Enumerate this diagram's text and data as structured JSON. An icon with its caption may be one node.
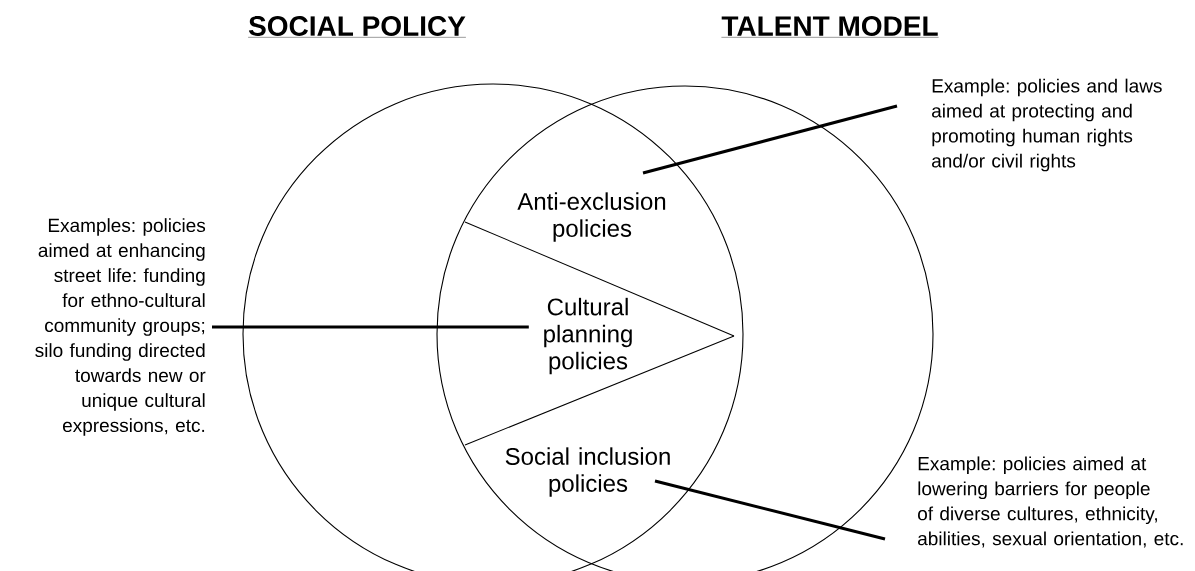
{
  "diagram": {
    "nodes": [
      {
        "text": [
          "SOCIAL POLICY"
        ]
      },
      {
        "text": [
          "TALENT MODEL"
        ]
      },
      {
        "text": [
          "Anti-exclusion policies"
        ]
      },
      {
        "text": [
          "Cultural planning policies"
        ]
      },
      {
        "text": [
          "Social inclusion policies"
        ]
      },
      {
        "text": [
          "Examples: policies aimed at enhancing street life: funding for ethno-cultural community groups; silo funding directed towards new or unique cultural expressions, etc."
        ]
      },
      {
        "text": [
          "Example: policies and laws aimed at protecting and promoting human rights and/or civil rights"
        ]
      },
      {
        "text": [
          "Example: policies aimed at lowering barriers for people of diverse cultures, ethnicity, abilities, sexual orientation, etc."
        ]
      }
    ],
    "edges": [
      {
        "from": 6,
        "to": 2,
        "arrow": "none"
      },
      {
        "from": 5,
        "to": 3,
        "arrow": "none"
      },
      {
        "from": 7,
        "to": 4,
        "arrow": "none"
      }
    ]
  }
}
